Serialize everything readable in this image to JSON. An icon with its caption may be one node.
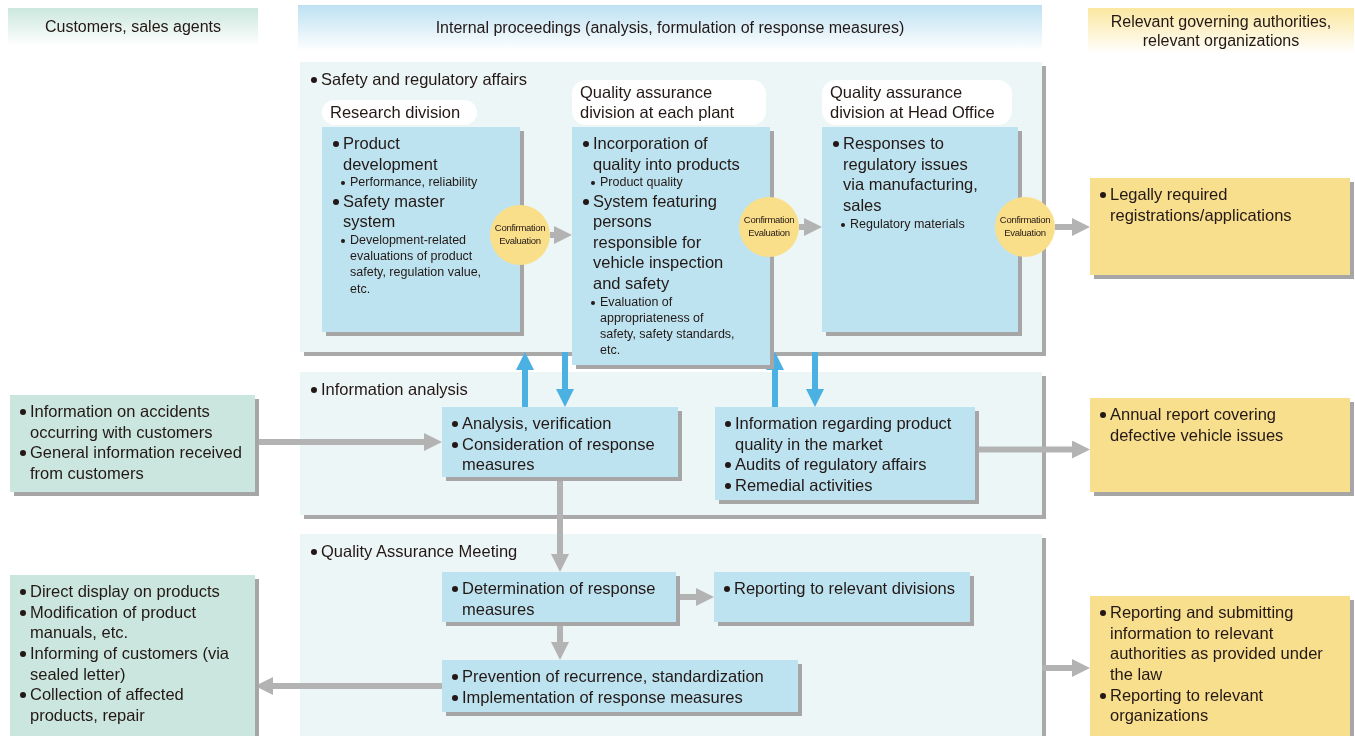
{
  "diagram": {
    "nodes": [
      {
        "text": [
          "Customers, sales agents"
        ]
      },
      {
        "text": [
          "Internal proceedings (analysis, formulation of response measures)"
        ]
      },
      {
        "text": [
          "Relevant governing authorities, relevant organizations"
        ]
      },
      {
        "text": [
          "Safety and regulatory affairs"
        ]
      },
      {
        "text": [
          "Research division",
          "Product development",
          "Performance, reliability",
          "Safety master system",
          "Development-related evaluations of product safety, regulation value, etc."
        ],
        "in": 3
      },
      {
        "text": [
          "Confirmation Evaluation"
        ],
        "in": 3
      },
      {
        "text": [
          "Quality assurance division at each plant",
          "Incorporation of quality into products",
          "Product quality",
          "System featuring persons responsible for vehicle inspection and safety",
          "Evaluation of appropriateness of safety, safety standards, etc."
        ],
        "in": 3
      },
      {
        "text": [
          "Confirmation Evaluation"
        ],
        "in": 3
      },
      {
        "text": [
          "Quality assurance division at Head Office",
          "Responses to regulatory issues via manufacturing, sales",
          "Regulatory materials"
        ],
        "in": 3
      },
      {
        "text": [
          "Confirmation Evaluation"
        ],
        "in": 3
      },
      {
        "text": [
          "Information analysis"
        ]
      },
      {
        "text": [
          "Analysis, verification",
          "Consideration of response measures"
        ],
        "in": 10
      },
      {
        "text": [
          "Information regarding product quality in the market",
          "Audits of regulatory affairs",
          "Remedial activities"
        ],
        "in": 10
      },
      {
        "text": [
          "Quality Assurance Meeting"
        ]
      },
      {
        "text": [
          "Determination of response measures"
        ],
        "in": 13
      },
      {
        "text": [
          "Reporting to relevant divisions"
        ],
        "in": 13
      },
      {
        "text": [
          "Prevention of recurrence, standardization",
          "Implementation of response measures"
        ],
        "in": 13
      },
      {
        "text": [
          "Information on accidents occurring with customers",
          "General information received from customers"
        ]
      },
      {
        "text": [
          "Direct display on products",
          "Modification of product manuals, etc.",
          "Informing of customers (via sealed letter)",
          "Collection of affected products, repair"
        ]
      },
      {
        "text": [
          "Legally required registrations/applications"
        ]
      },
      {
        "text": [
          "Annual report covering defective vehicle issues"
        ]
      },
      {
        "text": [
          "Reporting and submitting information to relevant authorities as provided under the law",
          "Reporting to relevant organizations"
        ]
      }
    ],
    "edges": [
      {
        "from": 5,
        "to": 6,
        "arrow": "to"
      },
      {
        "from": 7,
        "to": 8,
        "arrow": "to"
      },
      {
        "from": 9,
        "to": 19,
        "arrow": "to"
      },
      {
        "from": 11,
        "to": 3,
        "arrow": "to",
        "color": "#4bb0e2"
      },
      {
        "from": 3,
        "to": 11,
        "arrow": "to",
        "color": "#4bb0e2"
      },
      {
        "from": 12,
        "to": 3,
        "arrow": "to",
        "color": "#4bb0e2"
      },
      {
        "from": 3,
        "to": 12,
        "arrow": "to",
        "color": "#4bb0e2"
      },
      {
        "from": 17,
        "to": 11,
        "arrow": "to"
      },
      {
        "from": 12,
        "to": 20,
        "arrow": "to"
      },
      {
        "from": 11,
        "to": 14,
        "arrow": "to"
      },
      {
        "from": 14,
        "to": 15,
        "arrow": "to"
      },
      {
        "from": 14,
        "to": 16,
        "arrow": "to"
      },
      {
        "from": 16,
        "to": 18,
        "arrow": "to"
      },
      {
        "from": 13,
        "to": 21,
        "arrow": "to"
      }
    ]
  }
}
